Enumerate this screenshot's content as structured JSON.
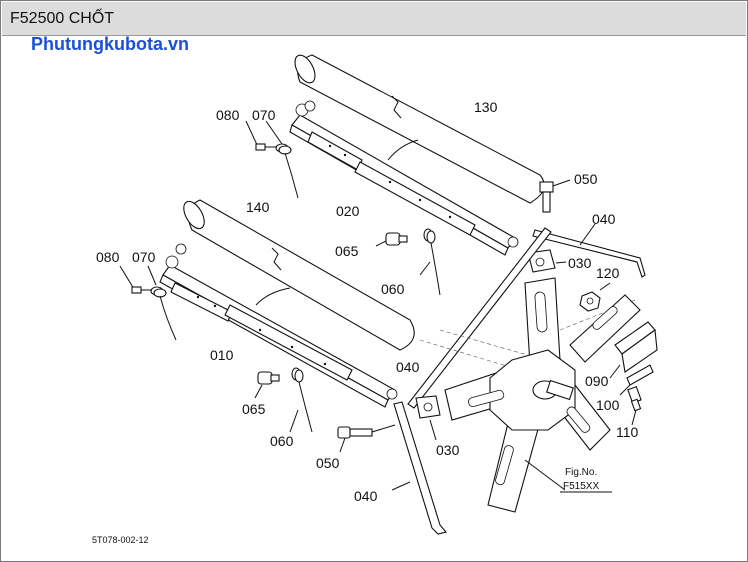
{
  "header": {
    "title": "F52500 CHỐT"
  },
  "watermark": {
    "text": "Phutungkubota.vn"
  },
  "callouts": {
    "c130": "130",
    "c080a": "080",
    "c070a": "070",
    "c020": "020",
    "c050a": "050",
    "c040a": "040",
    "c065a": "065",
    "c060a": "060",
    "c030a": "030",
    "c120": "120",
    "c140": "140",
    "c080b": "080",
    "c070b": "070",
    "c010": "010",
    "c040b": "040",
    "c090": "090",
    "c100": "100",
    "c065b": "065",
    "c060b": "060",
    "c050b": "050",
    "c030b": "030",
    "c110": "110",
    "c040c": "040"
  },
  "figure_ref": {
    "line1": "Fig.No.",
    "line2": "F515XX"
  },
  "drawing_code": "5T078-002-12"
}
